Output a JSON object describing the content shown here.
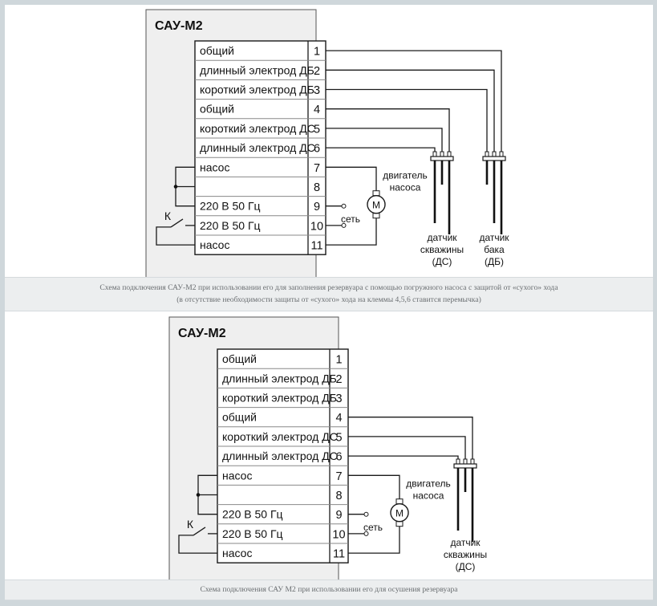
{
  "diagrams": [
    {
      "device_title": "САУ-М2",
      "terminals": [
        {
          "n": "1",
          "label": "общий"
        },
        {
          "n": "2",
          "label": "длинный электрод ДБ"
        },
        {
          "n": "3",
          "label": "короткий электрод ДБ"
        },
        {
          "n": "4",
          "label": "общий"
        },
        {
          "n": "5",
          "label": "короткий электрод ДС"
        },
        {
          "n": "6",
          "label": "длинный электрод ДС"
        },
        {
          "n": "7",
          "label": "насос"
        },
        {
          "n": "8",
          "label": ""
        },
        {
          "n": "9",
          "label": "220 В  50 Гц"
        },
        {
          "n": "10",
          "label": "220 В  50 Гц"
        },
        {
          "n": "11",
          "label": "насос"
        }
      ],
      "switch_label": "К",
      "network_label": "сеть",
      "motor_symbol": "М",
      "motor_label": [
        "двигатель",
        "насоса"
      ],
      "sensors": [
        {
          "lines": [
            "датчик",
            "скважины",
            "(ДС)"
          ],
          "pins": [
            "4",
            "5",
            "6"
          ]
        },
        {
          "lines": [
            "датчик",
            "бака",
            "(ДБ)"
          ],
          "pins": [
            "1",
            "2",
            "3"
          ]
        }
      ],
      "caption": [
        "Схема подключения САУ-М2 при использовании его для заполнения резервуара с помощью погружного насоса с защитой от «сухого» хода",
        "(в отсутствие необходимости защиты от «сухого» хода на клеммы 4,5,6 ставится перемычка)"
      ]
    },
    {
      "device_title": "САУ-М2",
      "terminals": [
        {
          "n": "1",
          "label": "общий"
        },
        {
          "n": "2",
          "label": "длинный электрод ДБ"
        },
        {
          "n": "3",
          "label": "короткий электрод ДБ"
        },
        {
          "n": "4",
          "label": "общий"
        },
        {
          "n": "5",
          "label": "короткий электрод ДС"
        },
        {
          "n": "6",
          "label": "длинный электрод ДС"
        },
        {
          "n": "7",
          "label": "насос"
        },
        {
          "n": "8",
          "label": ""
        },
        {
          "n": "9",
          "label": "220 В  50 Гц"
        },
        {
          "n": "10",
          "label": "220 В  50 Гц"
        },
        {
          "n": "11",
          "label": "насос"
        }
      ],
      "switch_label": "К",
      "network_label": "сеть",
      "motor_symbol": "М",
      "motor_label": [
        "двигатель",
        "насоса"
      ],
      "sensors": [
        {
          "lines": [
            "датчик",
            "скважины",
            "(ДС)"
          ],
          "pins": [
            "4",
            "5",
            "6"
          ]
        }
      ],
      "caption": [
        "Схема подключения САУ М2 при использовании его для осушения резервуара"
      ]
    }
  ]
}
